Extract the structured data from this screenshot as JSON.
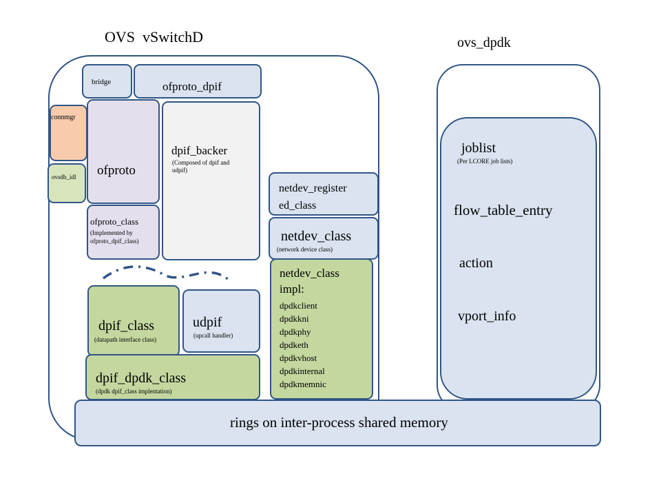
{
  "titles": {
    "vswitchd": "OVS  vSwitchD",
    "ovs_dpdk": "ovs_dpdk"
  },
  "vswitchd": {
    "bridge": "bridge",
    "ofproto_dpif": "ofproto_dpif",
    "connmgr": "connmgr",
    "ovsdb_idl": "ovsdb_idl",
    "ofproto": "ofproto",
    "ofproto_class": {
      "title": "ofproto_class",
      "note_line1": "(Implemented by",
      "note_line2": "ofproto_dpif_class)"
    },
    "dpif_backer": {
      "title": "dpif_backer",
      "note_line1": "(Composed of dpif and",
      "note_line2": "udpif)"
    },
    "netdev_registered_class": {
      "line1": "netdev_register",
      "line2": "ed_class"
    },
    "netdev_class": {
      "title": "netdev_class",
      "note": "(network device class)"
    },
    "netdev_class_impl": {
      "line1": "netdev_class",
      "line2": "impl:",
      "items": [
        "dpdkclient",
        "dpdkkni",
        "dpdkphy",
        "dpdketh",
        "dpdkvhost",
        "dpdkinternal",
        "dpdkmemnic"
      ]
    },
    "dpif_class": {
      "title": "dpif_class",
      "note": "(datapath interface class)"
    },
    "udpif": {
      "title": "udpif",
      "note": "(upcall handler)"
    },
    "dpif_dpdk_class": {
      "title": "dpif_dpdk_class",
      "note": "(dpdk dpif_class  implentation)"
    }
  },
  "ovs_dpdk": {
    "joblist": "joblist",
    "joblist_note": "(Per LCORE job lists)",
    "flow_table_entry": "flow_table_entry",
    "action": "action",
    "vport_info": "vport_info"
  },
  "shared_memory": "rings on inter-process shared memory",
  "colors": {
    "border": "#2f5586",
    "blue": "#dae3ef",
    "green": "#c4d79f",
    "lavender": "#e4dfed",
    "peach": "#f8cbad"
  }
}
